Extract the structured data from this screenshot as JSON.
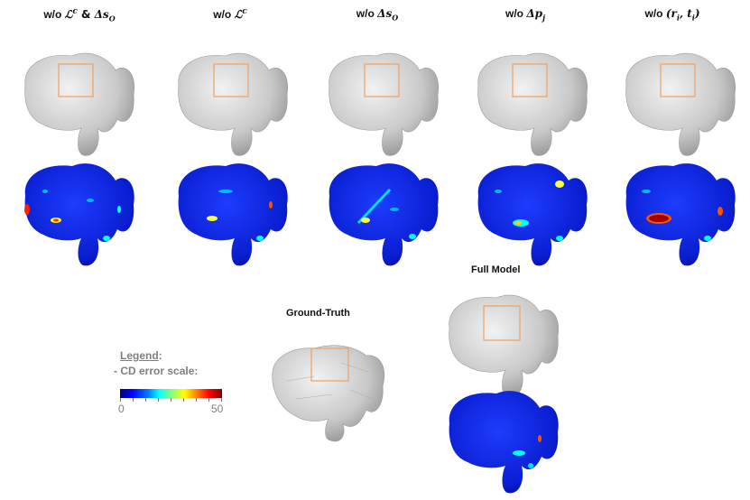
{
  "columns": [
    {
      "title_prefix": "w/o ",
      "title_math_1": "ℒ",
      "title_sup": "c",
      "title_amp": " & ",
      "title_math_2": "Δs",
      "title_sub": "O"
    },
    {
      "title_prefix": "w/o ",
      "title_math_1": "ℒ",
      "title_sup": "c"
    },
    {
      "title_prefix": "w/o ",
      "title_math_1": "Δs",
      "title_sub": "O"
    },
    {
      "title_prefix": "w/o ",
      "title_math_1": "Δp",
      "title_sub": "j"
    },
    {
      "title_prefix": "w/o ",
      "title_math_1": "(r",
      "title_sub": "i",
      "title_math_2": ", t",
      "title_sub2": "i",
      "title_math_3": ")"
    }
  ],
  "full_model": {
    "label": "Full Model"
  },
  "ground_truth": {
    "label": "Ground-Truth"
  },
  "legend": {
    "title": "Legend",
    "subtitle": "- CD error scale:",
    "min_label": "0",
    "max_label": "50"
  },
  "colors": {
    "mesh_gray": "#c8c8c8",
    "highlight_box": "#f0a060",
    "colormap": [
      "#00007f",
      "#0000ff",
      "#007fff",
      "#00ffff",
      "#7fff7f",
      "#ffff00",
      "#ff7f00",
      "#ff0000",
      "#7f0000"
    ]
  }
}
